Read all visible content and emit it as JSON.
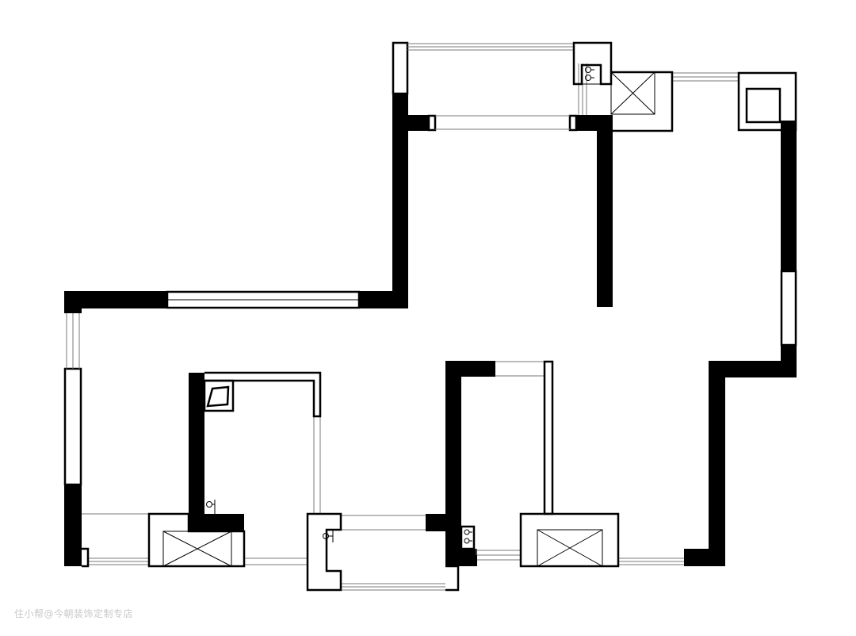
{
  "floor_plan": {
    "style": "blank line drawing",
    "wall_color": "#000000",
    "background": "#ffffff",
    "fixtures": [
      "ac-unit",
      "ac-unit",
      "ac-unit",
      "ac-unit",
      "pipe-riser",
      "pipe-riser",
      "pipe-riser",
      "pipe-riser",
      "flue-shaft",
      "column"
    ]
  },
  "watermark": {
    "text": "住小帮@今朝装饰定制专店",
    "color": "#c8c8c8"
  }
}
